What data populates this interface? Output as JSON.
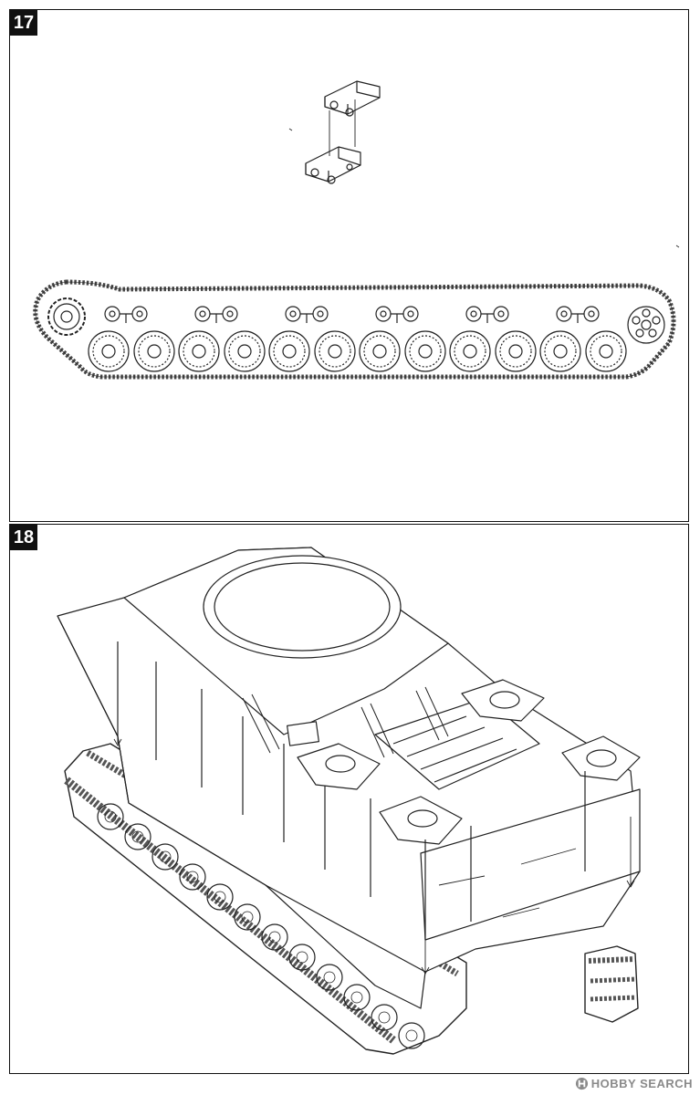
{
  "steps": [
    {
      "number": "17"
    },
    {
      "number": "18"
    }
  ],
  "watermark": {
    "text": "HOBBY SEARCH",
    "logo_icon": "hobbysearch-logo-icon"
  },
  "colors": {
    "line": "#222222",
    "step_label_bg": "#111111",
    "step_label_text": "#ffffff",
    "watermark": "#8a8a8a"
  }
}
